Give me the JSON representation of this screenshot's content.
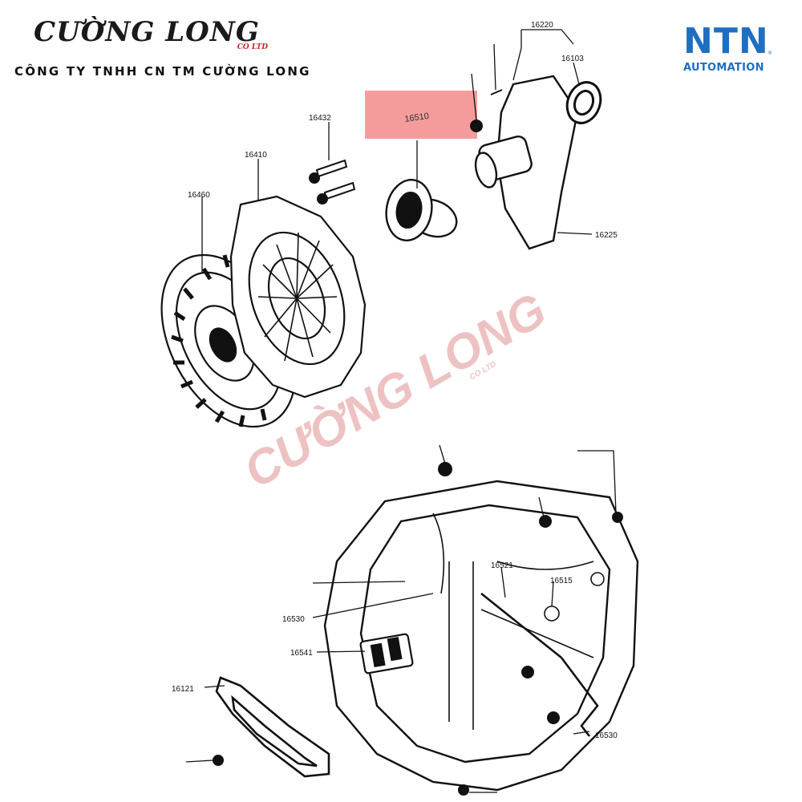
{
  "header": {
    "brand_name": "CƯỜNG LONG",
    "brand_suffix": "CO LTD",
    "company_name": "CÔNG TY TNHH CN TM CƯỜNG LONG",
    "partner_logo_mark": "NTN",
    "partner_logo_sub": "AUTOMATION"
  },
  "watermark": {
    "text": "CƯỜNG LONG",
    "suffix": "CO LTD"
  },
  "highlight": {
    "part_number": "16510",
    "color": "#f28b8b"
  },
  "upper_assembly": {
    "labels": [
      "16220",
      "16103",
      "16225",
      "16432",
      "16410",
      "16460"
    ]
  },
  "lower_assembly": {
    "labels": [
      "16521",
      "16515",
      "16530",
      "16541",
      "16121",
      "16530"
    ]
  },
  "colors": {
    "ntn_blue": "#1e6fc1",
    "brand_red": "#c62828",
    "line": "#111111"
  }
}
